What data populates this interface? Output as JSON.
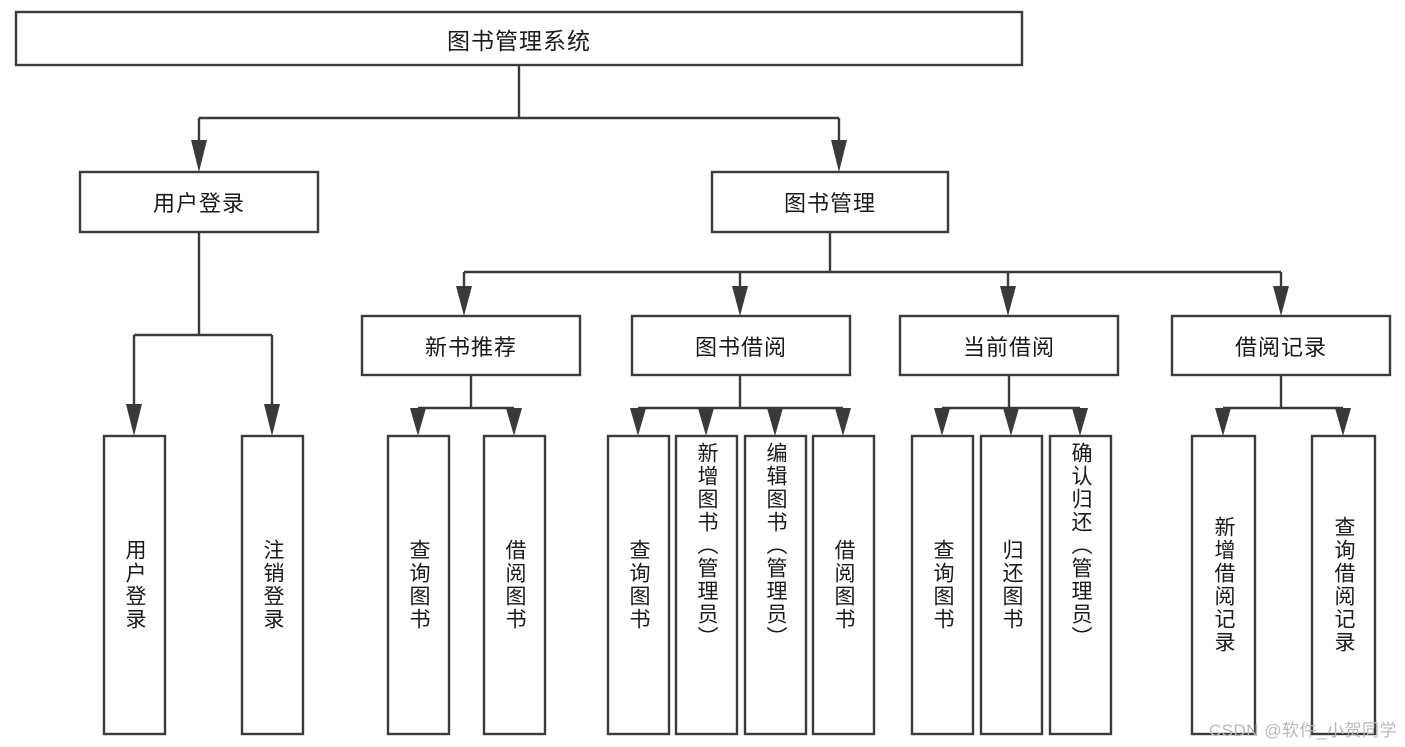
{
  "diagram": {
    "type": "tree-hierarchy",
    "title": "图书管理系统",
    "watermark": "CSDN @软件_小贺同学",
    "colors": {
      "box_stroke": "#3a3a3a",
      "box_fill": "#ffffff",
      "text": "#1a1a1a",
      "watermark": "#b9b9b9",
      "background": "#ffffff"
    },
    "levels": [
      {
        "level": 1,
        "nodes": [
          {
            "id": "root",
            "label": "图书管理系统",
            "orientation": "horizontal"
          }
        ]
      },
      {
        "level": 2,
        "nodes": [
          {
            "id": "user-login",
            "label": "用户登录",
            "orientation": "horizontal",
            "parent": "root"
          },
          {
            "id": "book-manage",
            "label": "图书管理",
            "orientation": "horizontal",
            "parent": "root"
          }
        ]
      },
      {
        "level": 3,
        "nodes": [
          {
            "id": "new-book-rec",
            "label": "新书推荐",
            "orientation": "horizontal",
            "parent": "book-manage"
          },
          {
            "id": "book-borrow",
            "label": "图书借阅",
            "orientation": "horizontal",
            "parent": "book-manage"
          },
          {
            "id": "current-borrow",
            "label": "当前借阅",
            "orientation": "horizontal",
            "parent": "book-manage"
          },
          {
            "id": "borrow-record",
            "label": "借阅记录",
            "orientation": "horizontal",
            "parent": "book-manage"
          }
        ]
      },
      {
        "level": 4,
        "nodes": [
          {
            "id": "leaf-user-login",
            "label": "用户登录",
            "orientation": "vertical",
            "parent": "user-login"
          },
          {
            "id": "leaf-user-logout",
            "label": "注销登录",
            "orientation": "vertical",
            "parent": "user-login"
          },
          {
            "id": "leaf-rec-query",
            "label": "查询图书",
            "orientation": "vertical",
            "parent": "new-book-rec"
          },
          {
            "id": "leaf-rec-borrow",
            "label": "借阅图书",
            "orientation": "vertical",
            "parent": "new-book-rec"
          },
          {
            "id": "leaf-borrow-query",
            "label": "查询图书",
            "orientation": "vertical",
            "parent": "book-borrow"
          },
          {
            "id": "leaf-borrow-add",
            "label": "新增图书（管理员）",
            "orientation": "vertical",
            "parent": "book-borrow"
          },
          {
            "id": "leaf-borrow-edit",
            "label": "编辑图书（管理员）",
            "orientation": "vertical",
            "parent": "book-borrow"
          },
          {
            "id": "leaf-borrow-lend",
            "label": "借阅图书",
            "orientation": "vertical",
            "parent": "book-borrow"
          },
          {
            "id": "leaf-cur-query",
            "label": "查询图书",
            "orientation": "vertical",
            "parent": "current-borrow"
          },
          {
            "id": "leaf-cur-return",
            "label": "归还图书",
            "orientation": "vertical",
            "parent": "current-borrow"
          },
          {
            "id": "leaf-cur-confirm",
            "label": "确认归还（管理员）",
            "orientation": "vertical",
            "parent": "current-borrow"
          },
          {
            "id": "leaf-rec-add",
            "label": "新增借阅记录",
            "orientation": "vertical",
            "parent": "borrow-record"
          },
          {
            "id": "leaf-rec-search",
            "label": "查询借阅记录",
            "orientation": "vertical",
            "parent": "borrow-record"
          }
        ]
      }
    ]
  }
}
